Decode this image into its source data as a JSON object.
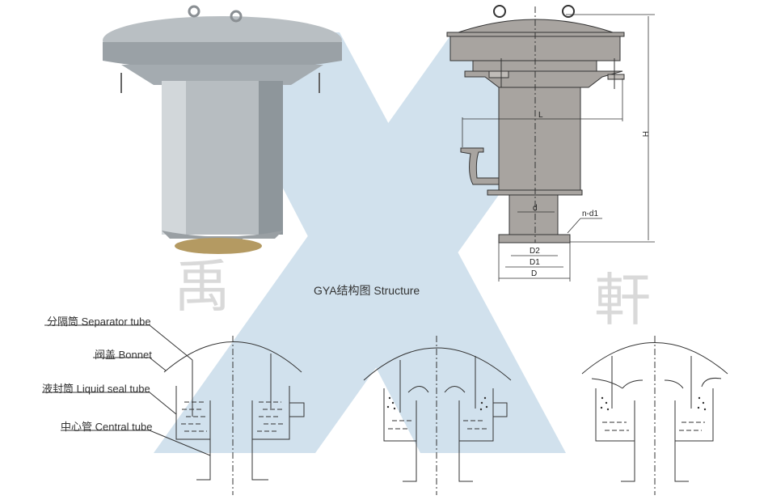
{
  "caption": "GYA结构图 Structure",
  "watermark": {
    "text": "禹 軒",
    "color": "#c9dcea"
  },
  "dimensions": {
    "H": "H",
    "L": "L",
    "d": "d",
    "nd1": "n-d1",
    "D2": "D2",
    "D1": "D1",
    "D": "D"
  },
  "labels": [
    {
      "cn": "分隔筒",
      "en": "Separator tube",
      "text": "分隔筒 Separator tube"
    },
    {
      "cn": "阀盖",
      "en": "Bonnet",
      "text": "阀盖 Bonnet"
    },
    {
      "cn": "液封筒",
      "en": "Liquid seal tube",
      "text": "液封筒 Liquid seal tube"
    },
    {
      "cn": "中心管",
      "en": "Central tube",
      "text": "中心管 Central tube"
    }
  ],
  "colors": {
    "drawing_fill": "#a8a4a0",
    "watermark_blue": "#c9dcea",
    "line": "#333333"
  }
}
